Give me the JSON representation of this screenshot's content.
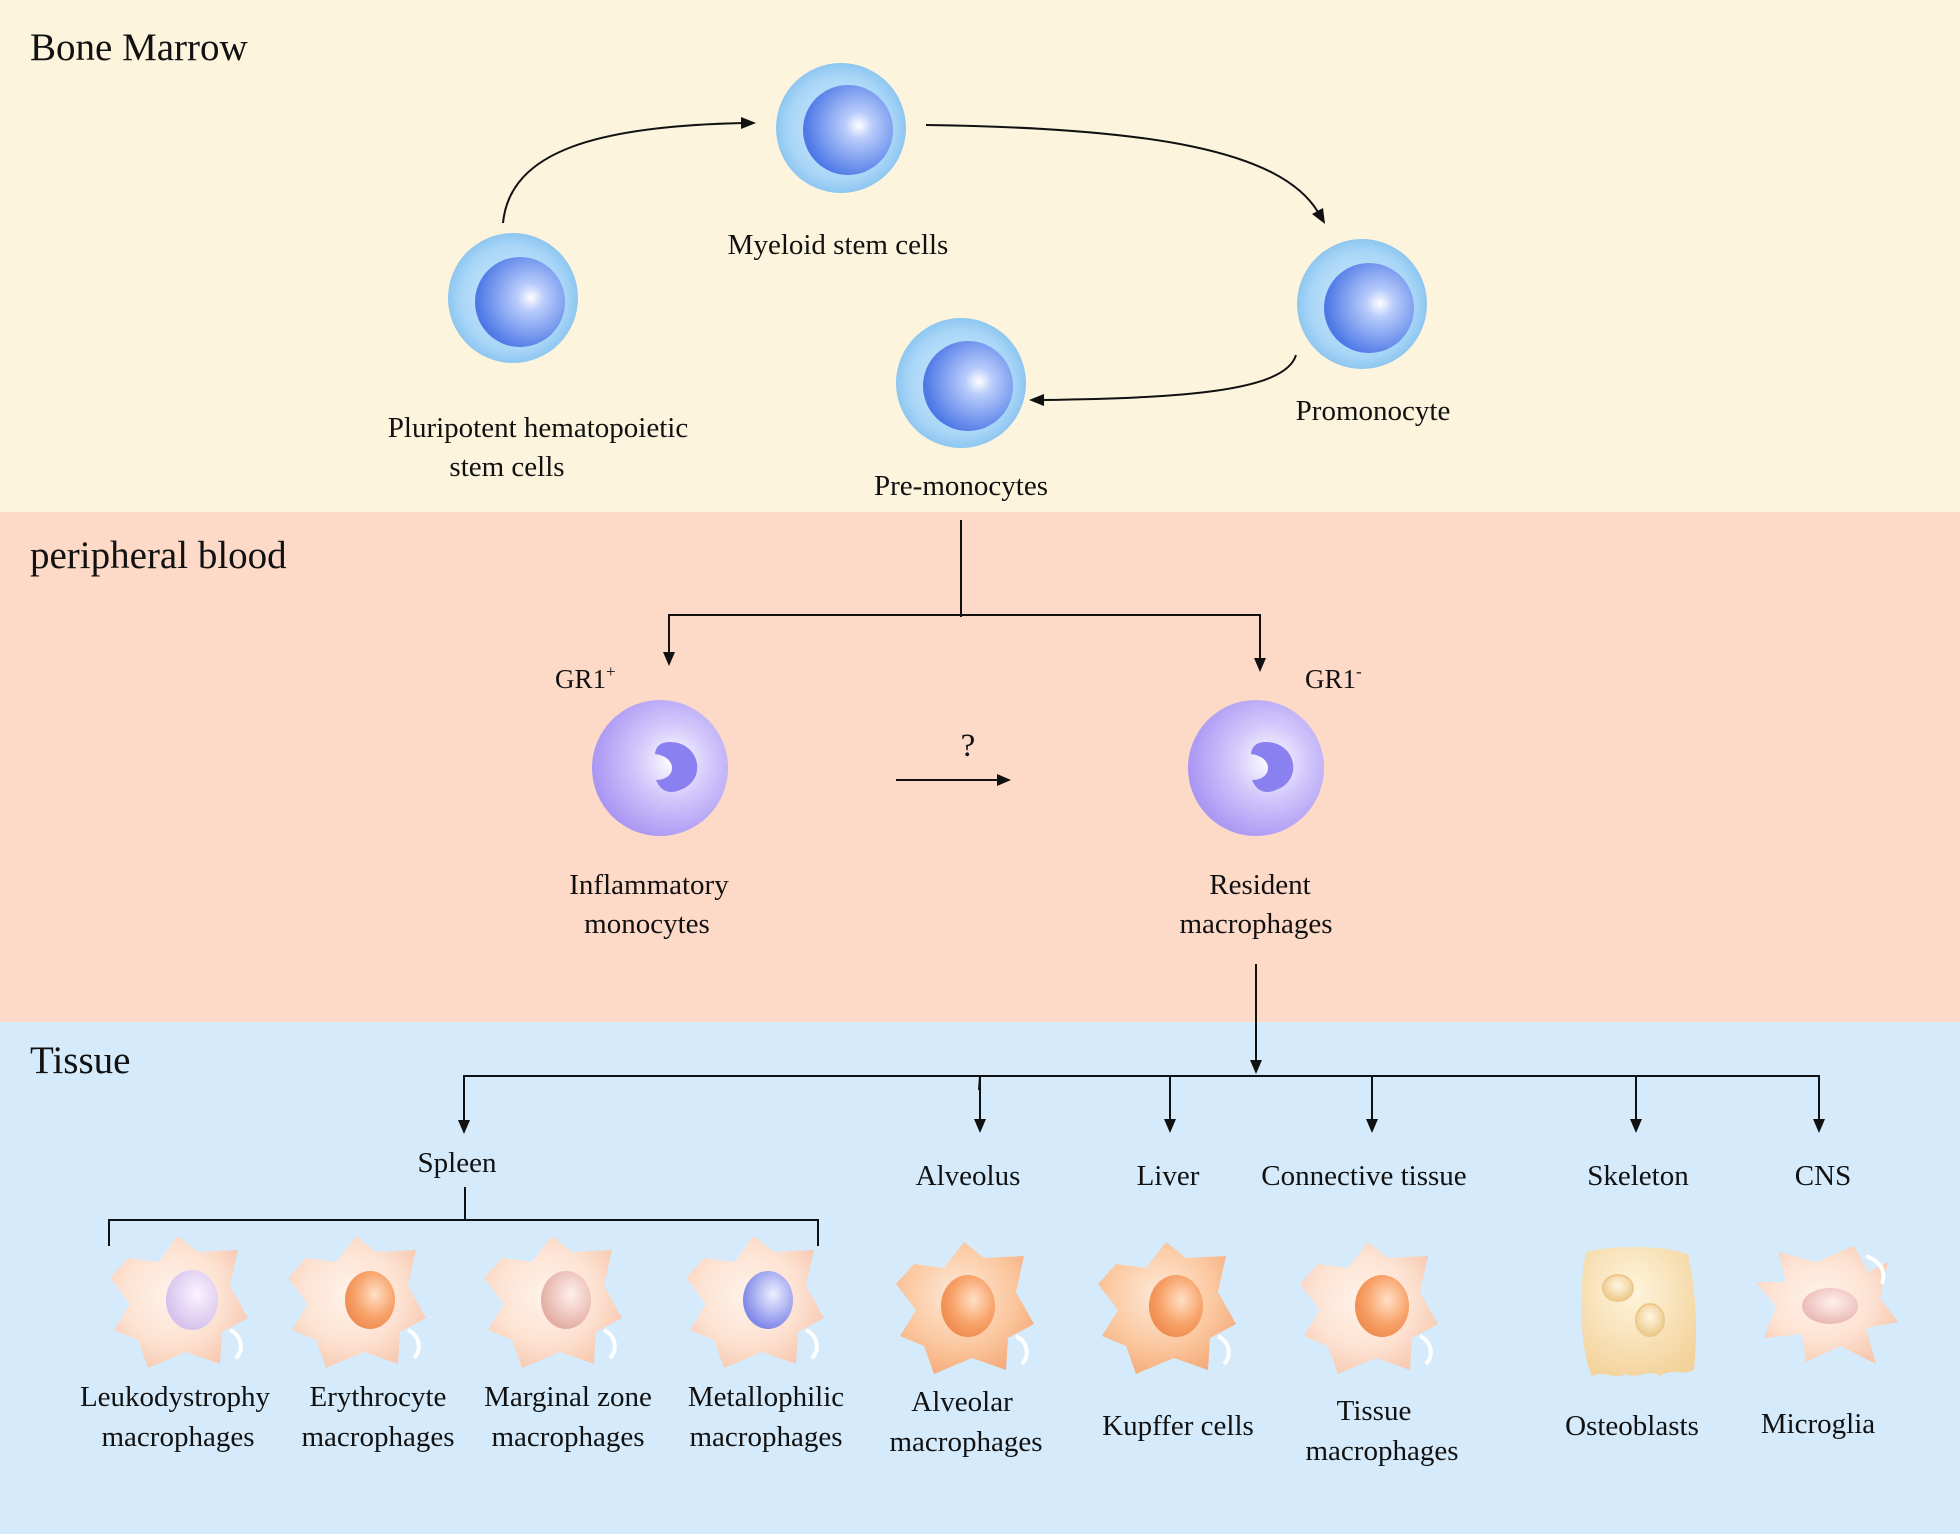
{
  "colors": {
    "bone_marrow_bg": "#fcf4dd",
    "peripheral_blood_bg": "#fdd9c8",
    "tissue_bg": "#d5ebfb",
    "stem_cell_outer": "#9fd0f5",
    "stem_cell_nucleus": "#5b85ec",
    "monocyte_body": "#bbaaf7",
    "monocyte_nucleus": "#8a80ef",
    "macrophage_body": "#fcdcc8",
    "nucleus_lavender": "#dcc8ee",
    "nucleus_orange": "#f39a5c",
    "nucleus_pink": "#e9b7ae",
    "nucleus_blue": "#8e93ea",
    "osteoblast_body": "#f8dfb0",
    "microglia_nucleus": "#f2c3bd"
  },
  "sections": {
    "bone_marrow": "Bone Marrow",
    "peripheral_blood": "peripheral blood",
    "tissue": "Tissue"
  },
  "bone_marrow": {
    "myeloid_stem": "Myeloid stem cells",
    "pluripotent_line1": "Pluripotent hematopoietic",
    "pluripotent_line2": "stem cells",
    "promonocyte": "Promonocyte",
    "premonocytes": "Pre-monocytes"
  },
  "peripheral_blood": {
    "gr1_plus_base": "GR1",
    "gr1_plus_sup": "+",
    "gr1_minus_base": "GR1",
    "gr1_minus_sup": "-",
    "question": "?",
    "inflammatory_line1": "Inflammatory",
    "inflammatory_line2": "monocytes",
    "resident_line1": "Resident",
    "resident_line2": "macrophages"
  },
  "tissue": {
    "sites": {
      "spleen": "Spleen",
      "alveolus": "Alveolus",
      "liver": "Liver",
      "connective": "Connective tissue",
      "skeleton": "Skeleton",
      "cns": "CNS"
    },
    "cells": {
      "leukodystrophy_line1": "Leukodystrophy",
      "leukodystrophy_line2": "macrophages",
      "erythrocyte_line1": "Erythrocyte",
      "erythrocyte_line2": "macrophages",
      "marginal_line1": "Marginal zone",
      "marginal_line2": "macrophages",
      "metallophilic_line1": "Metallophilic",
      "metallophilic_line2": "macrophages",
      "alveolar_line1": "Alveolar",
      "alveolar_line2": "macrophages",
      "kupffer": "Kupffer cells",
      "tissue_mac_line1": "Tissue",
      "tissue_mac_line2": "macrophages",
      "osteoblasts": "Osteoblasts",
      "microglia": "Microglia"
    }
  }
}
